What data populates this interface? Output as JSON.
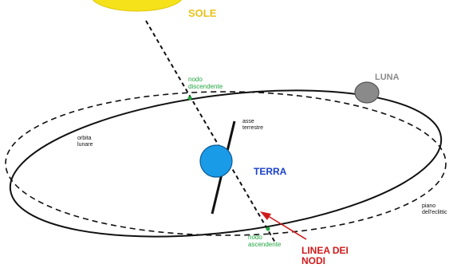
{
  "labels": {
    "sun": "SOLE",
    "earth": "TERRA",
    "moon": "LUNA",
    "descending_node": [
      "nodo",
      "discendente"
    ],
    "ascending_node": [
      "nodo",
      "ascendente"
    ],
    "earth_axis": [
      "asse",
      "terrestre"
    ],
    "lunar_orbit": [
      "orbita",
      "lunare"
    ],
    "ecliptic_plane": [
      "piano",
      "dell'eclittic"
    ],
    "line_of_nodes": [
      "LINEA DEI",
      "NODI"
    ]
  },
  "colors": {
    "sun_fill": "#f5e21a",
    "sun_label": "#e8c21a",
    "earth_fill": "#1a9be8",
    "earth_label": "#1a40c8",
    "moon_fill": "#8a8a8a",
    "moon_label": "#8a8a8a",
    "node_label": "#22a640",
    "line_of_nodes_label": "#d01a1a",
    "line": "#111111"
  }
}
